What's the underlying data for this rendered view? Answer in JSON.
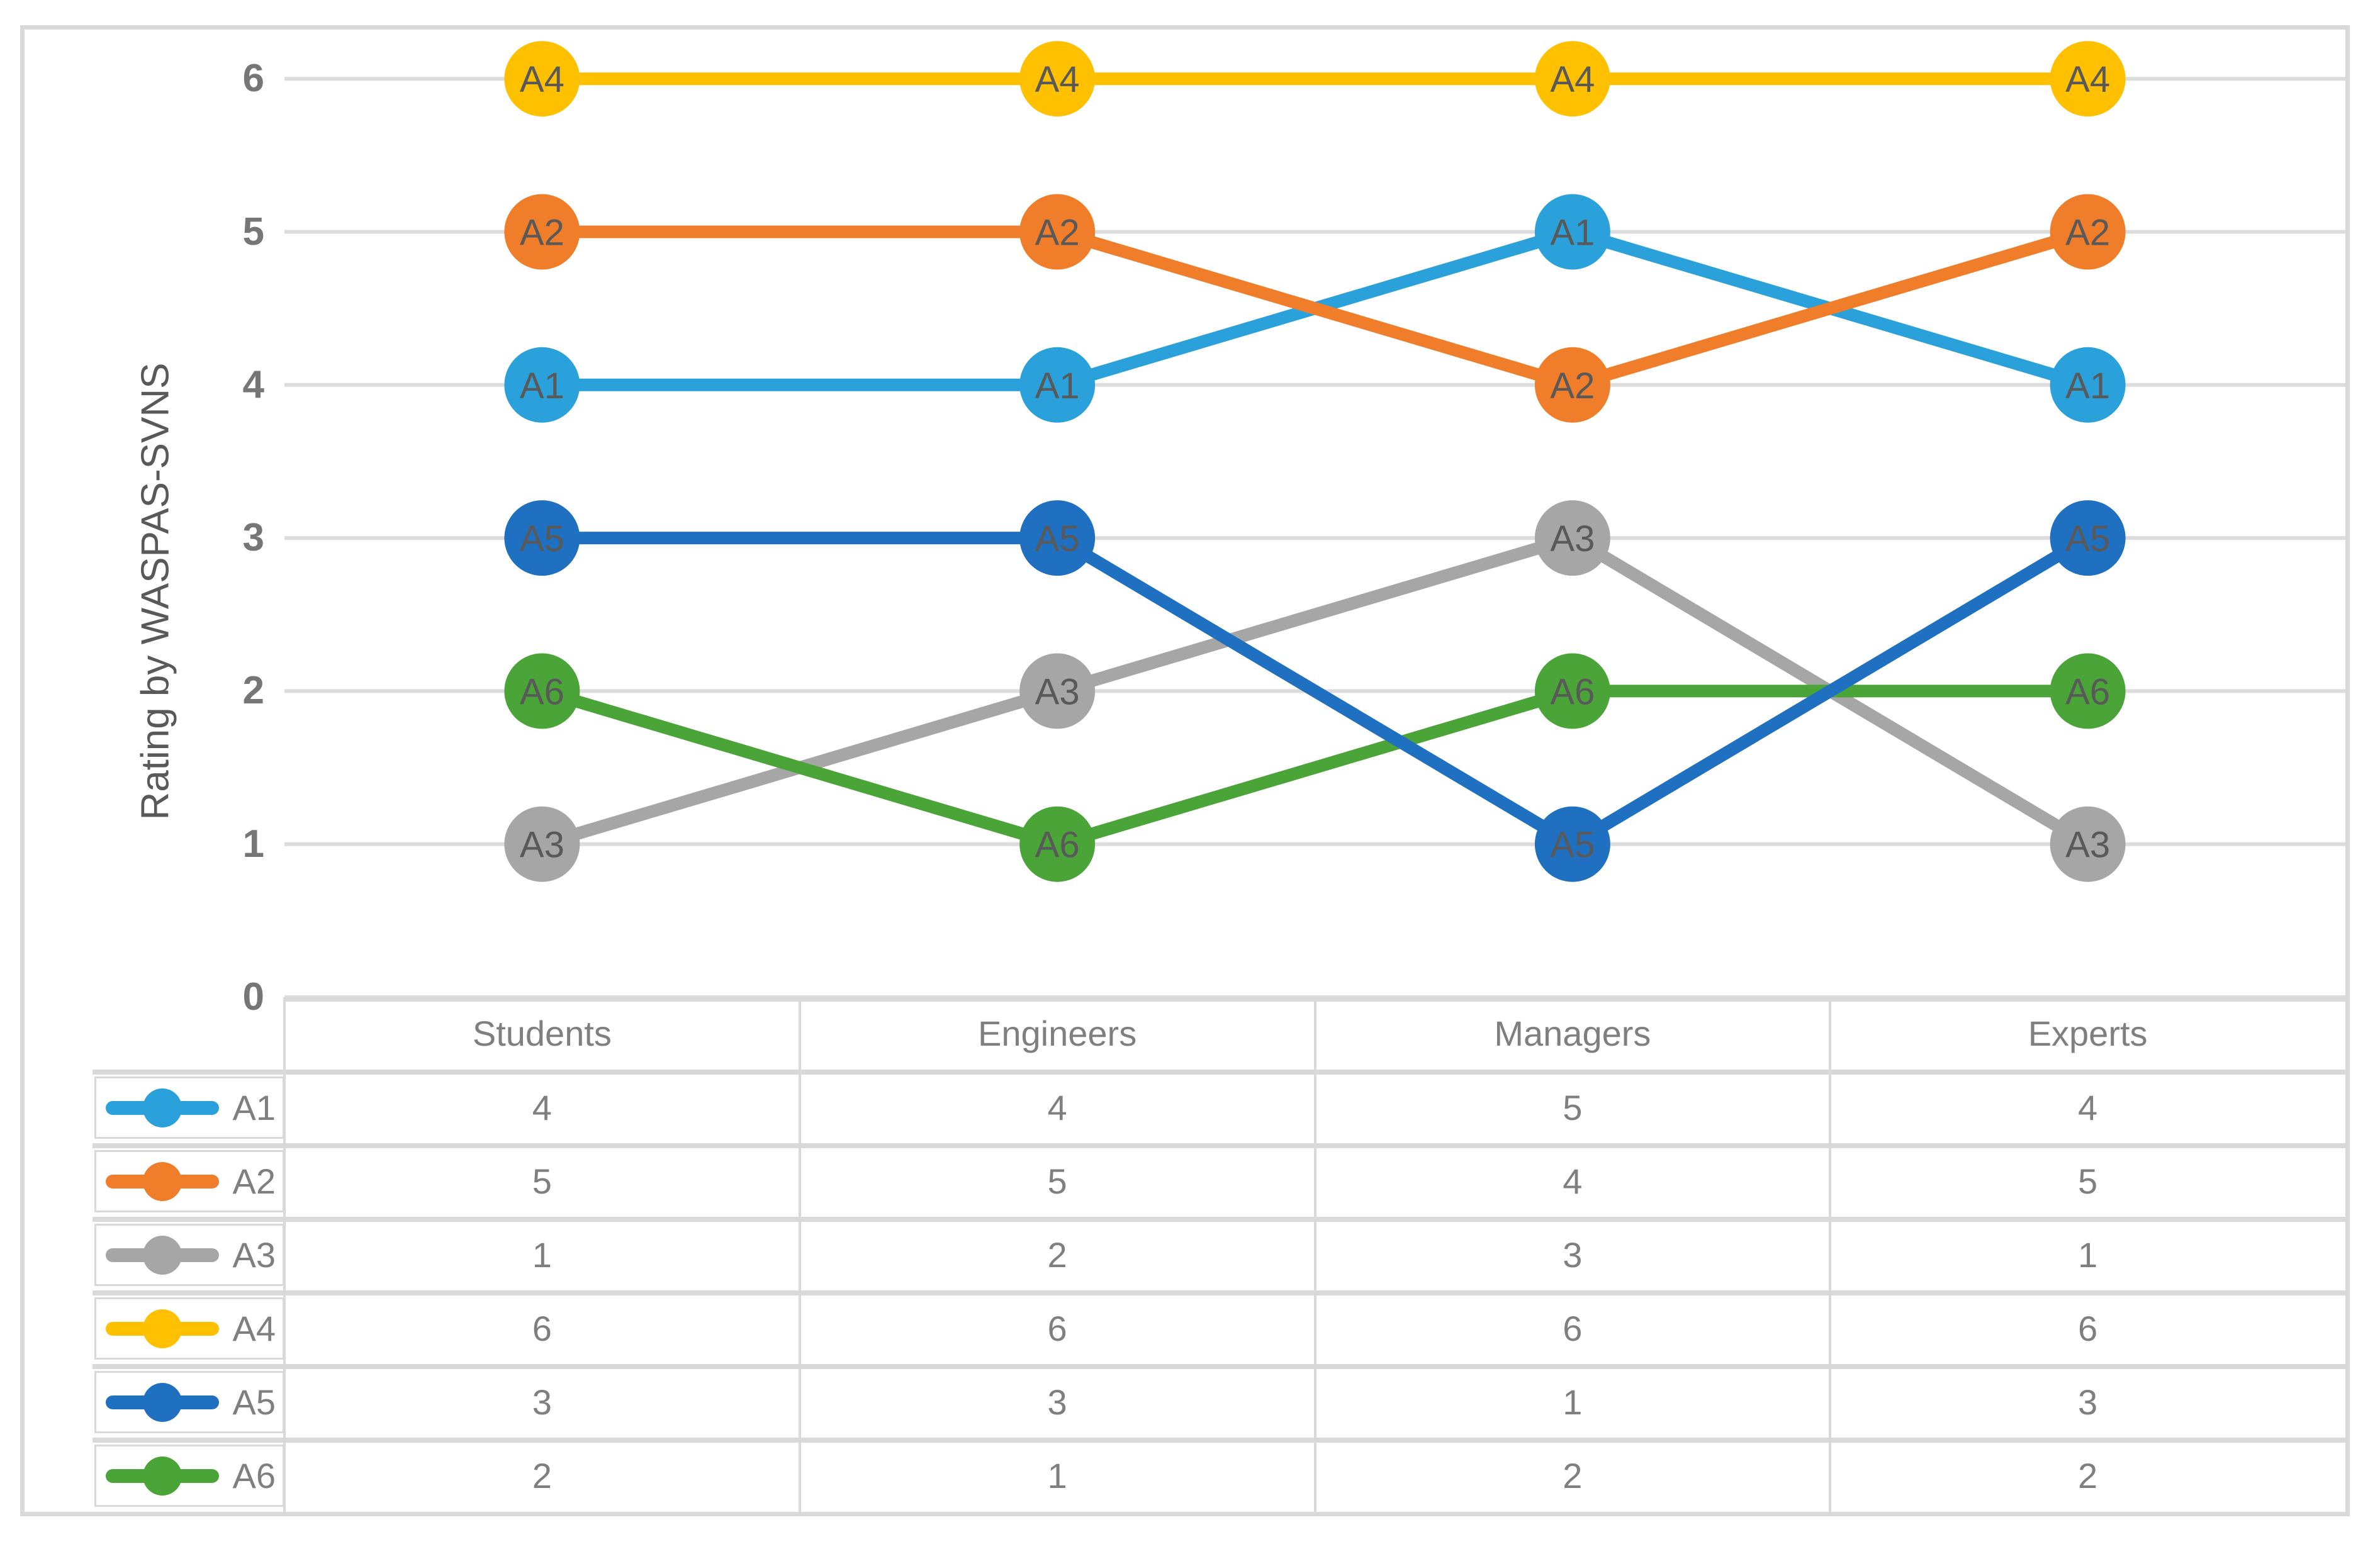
{
  "chart_data": {
    "type": "line",
    "title": "",
    "categories": [
      "Students",
      "Engineers",
      "Managers",
      "Experts"
    ],
    "series": [
      {
        "name": "A1",
        "color": "#2BA1DB",
        "values": [
          4,
          4,
          5,
          4
        ]
      },
      {
        "name": "A2",
        "color": "#F07D29",
        "values": [
          5,
          5,
          4,
          5
        ]
      },
      {
        "name": "A3",
        "color": "#A6A6A6",
        "values": [
          1,
          2,
          3,
          1
        ]
      },
      {
        "name": "A4",
        "color": "#FFC000",
        "values": [
          6,
          6,
          6,
          6
        ]
      },
      {
        "name": "A5",
        "color": "#1F70C1",
        "values": [
          3,
          3,
          1,
          3
        ]
      },
      {
        "name": "A6",
        "color": "#4AA437",
        "values": [
          2,
          1,
          2,
          2
        ]
      }
    ],
    "xlabel": "",
    "ylabel": "Rating by WASPAS-SVNS",
    "ylim": [
      0,
      6
    ],
    "yticks": [
      0,
      1,
      2,
      3,
      4,
      5,
      6
    ],
    "grid": true,
    "marker_labels": "series-name-inside-marker",
    "draw_order": [
      "A3",
      "A6",
      "A1",
      "A2",
      "A4",
      "A5"
    ],
    "legend_position": "table-rows-left"
  },
  "table": {
    "headers": [
      "Students",
      "Engineers",
      "Managers",
      "Experts"
    ],
    "row_order": [
      "A1",
      "A2",
      "A3",
      "A4",
      "A5",
      "A6"
    ]
  },
  "styles": {
    "grid_color": "#DCDCDC",
    "border_color": "#D9D9D9",
    "tick_color": "#767676",
    "table_text_color": "#7f7f7f",
    "marker_label_color": "#595959",
    "axis_title_color": "#595959"
  }
}
